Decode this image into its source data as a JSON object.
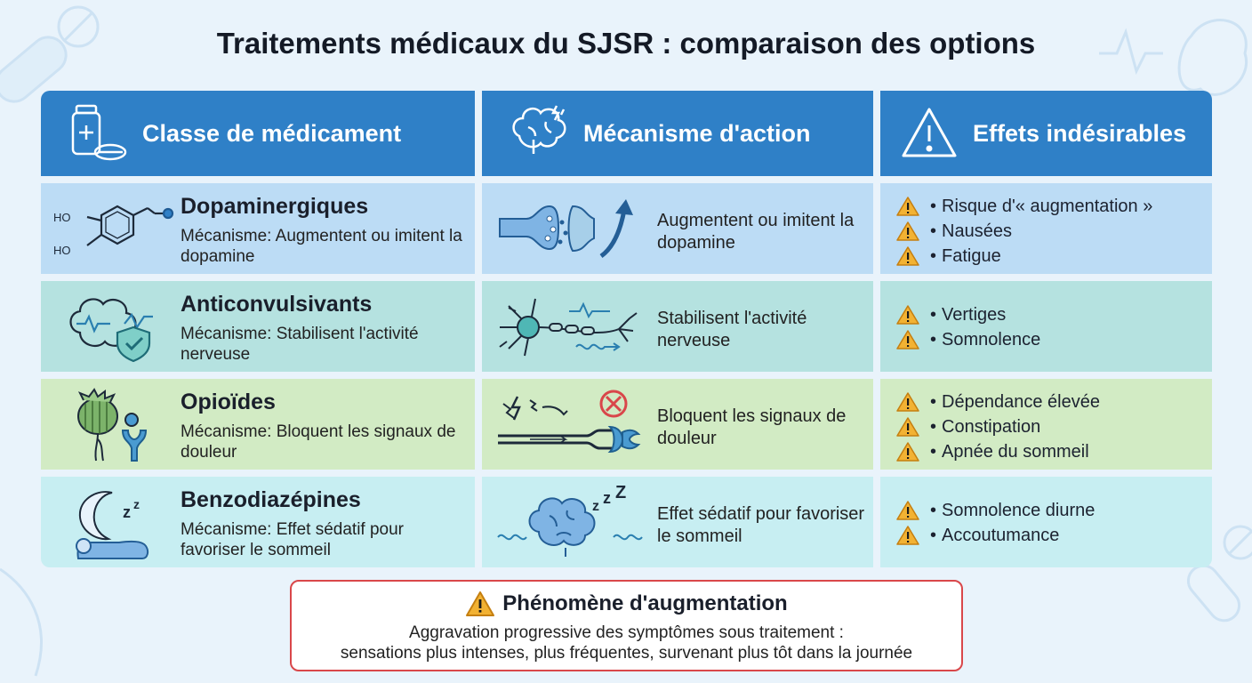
{
  "title": "Traitements médicaux du SJSR : comparaison des options",
  "headers": {
    "class": "Classe de médicament",
    "mechanism": "Mécanisme d'action",
    "effects": "Effets indésirables"
  },
  "rows": [
    {
      "name": "Dopaminergiques",
      "mechanism_short": "Mécanisme: Augmentent ou imitent la dopamine",
      "mechanism": "Augmentent ou imitent la dopamine",
      "effects": [
        "Risque d'« augmentation »",
        "Nausées",
        "Fatigue"
      ],
      "class_icon": "dopamine-molecule-icon",
      "mechanism_icon": "synapse-icon"
    },
    {
      "name": "Anticonvulsivants",
      "mechanism_short": "Mécanisme: Stabilisent l'activité nerveuse",
      "mechanism": "Stabilisent l'activité nerveuse",
      "effects": [
        "Vertiges",
        "Somnolence"
      ],
      "class_icon": "brain-shield-icon",
      "mechanism_icon": "neuron-icon"
    },
    {
      "name": "Opioïdes",
      "mechanism_short": "Mécanisme: Bloquent les signaux de douleur",
      "mechanism": "Bloquent les signaux de douleur",
      "effects": [
        "Dépendance élevée",
        "Constipation",
        "Apnée du sommeil"
      ],
      "class_icon": "poppy-receptor-icon",
      "mechanism_icon": "pain-signal-block-icon"
    },
    {
      "name": "Benzodiazépines",
      "mechanism_short": "Mécanisme: Effet sédatif pour favoriser le sommeil",
      "mechanism": "Effet sédatif pour favoriser le sommeil",
      "effects": [
        "Somnolence diurne",
        "Accoutumance"
      ],
      "class_icon": "moon-sleeper-icon",
      "mechanism_icon": "sleeping-brain-icon"
    }
  ],
  "callout": {
    "title": "Phénomène d'augmentation",
    "line1": "Aggravation progressive des symptômes sous traitement :",
    "line2": "sensations plus intenses, plus fréquentes, survenant plus tôt dans la journée"
  },
  "molecule_labels": [
    "HO",
    "HO"
  ],
  "colors": {
    "header": "#2f80c7",
    "row_dopaminergiques": "#bcdcf5",
    "row_anticonvulsivants": "#b5e2e0",
    "row_opioides": "#d2ebc4",
    "row_benzodiazepines": "#c7eef2",
    "warning": "#f2b233",
    "callout_border": "#d9474a"
  }
}
